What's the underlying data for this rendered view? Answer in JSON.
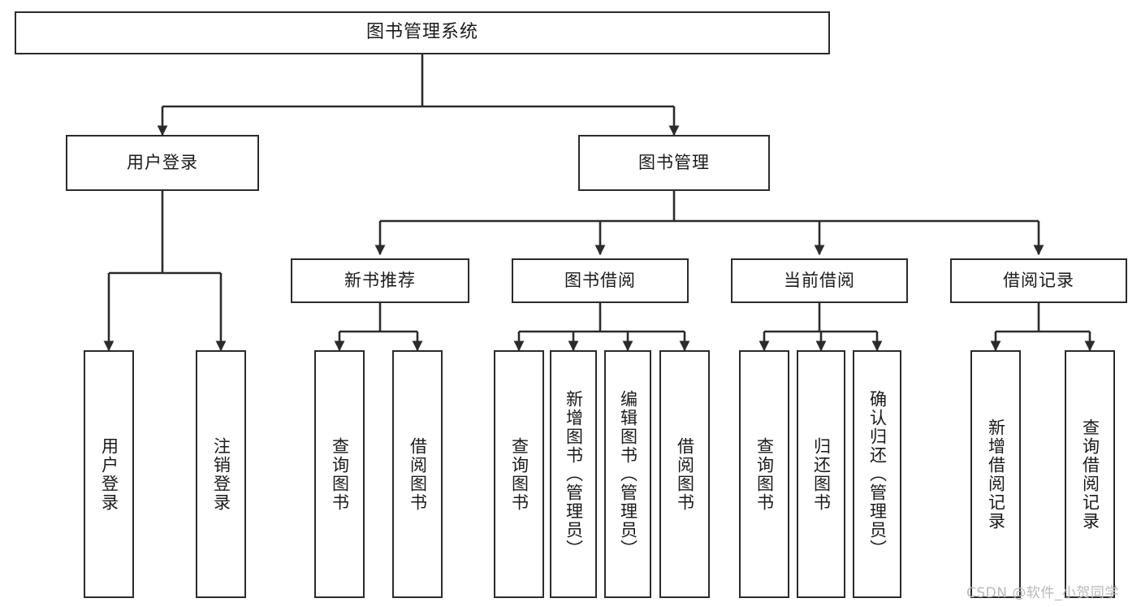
{
  "diagram": {
    "type": "tree",
    "title": "图书管理系统",
    "theme": {
      "background": "#ffffff",
      "border": "#2b2b2b",
      "text": "#1a1a1a",
      "watermark": "#b9b9b9"
    },
    "watermark": "CSDN @软件_小贺同学",
    "levels": {
      "root": {
        "label": "图书管理系统"
      },
      "level2": [
        {
          "id": "user-login",
          "label": "用户登录"
        },
        {
          "id": "book-manage",
          "label": "图书管理"
        }
      ],
      "level3": [
        {
          "id": "new-book-rec",
          "label": "新书推荐"
        },
        {
          "id": "book-borrow",
          "label": "图书借阅"
        },
        {
          "id": "current-borrow",
          "label": "当前借阅"
        },
        {
          "id": "borrow-record",
          "label": "借阅记录"
        }
      ],
      "leaves": [
        {
          "id": "leaf-user-login",
          "parent": "user-login",
          "label": "用户登录"
        },
        {
          "id": "leaf-user-logout",
          "parent": "user-login",
          "label": "注销登录"
        },
        {
          "id": "leaf-query-book-1",
          "parent": "new-book-rec",
          "label": "查询图书"
        },
        {
          "id": "leaf-borrow-book-1",
          "parent": "new-book-rec",
          "label": "借阅图书"
        },
        {
          "id": "leaf-query-book-2",
          "parent": "book-borrow",
          "label": "查询图书"
        },
        {
          "id": "leaf-add-book",
          "parent": "book-borrow",
          "label": "新增图书（管理员）"
        },
        {
          "id": "leaf-edit-book",
          "parent": "book-borrow",
          "label": "编辑图书（管理员）"
        },
        {
          "id": "leaf-borrow-book-2",
          "parent": "book-borrow",
          "label": "借阅图书"
        },
        {
          "id": "leaf-query-book-3",
          "parent": "current-borrow",
          "label": "查询图书"
        },
        {
          "id": "leaf-return-book",
          "parent": "current-borrow",
          "label": "归还图书"
        },
        {
          "id": "leaf-confirm-return",
          "parent": "current-borrow",
          "label": "确认归还（管理员）"
        },
        {
          "id": "leaf-add-record",
          "parent": "borrow-record",
          "label": "新增借阅记录"
        },
        {
          "id": "leaf-query-record",
          "parent": "borrow-record",
          "label": "查询借阅记录"
        }
      ]
    }
  }
}
